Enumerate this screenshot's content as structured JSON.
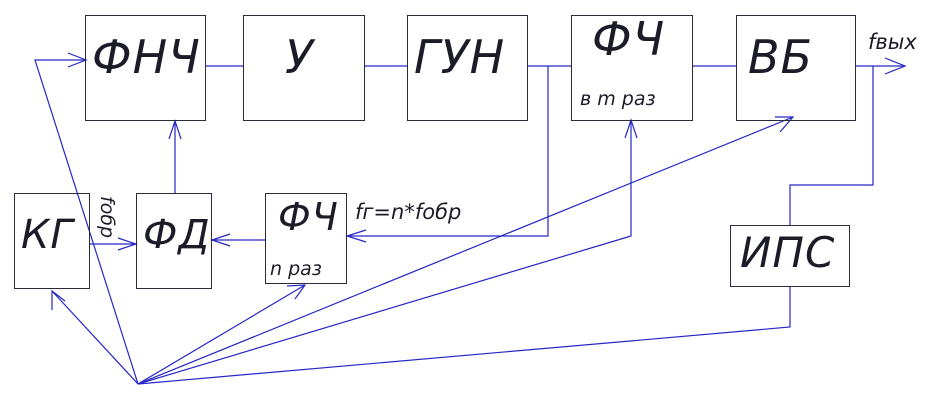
{
  "blocks": {
    "fnch": "ФНЧ",
    "u": "У",
    "gun": "ГУН",
    "fch_m": "ФЧ",
    "fch_m_sub": "в m  раз",
    "vb": "ВБ",
    "kg": "КГ",
    "fd": "ФД",
    "fch_n": "ФЧ",
    "fch_n_sub": "n  раз",
    "ips": "ИПС"
  },
  "signals": {
    "f_out": "fвых",
    "f_ref": "fобр",
    "f_g": "fг=n*fобр"
  },
  "colors": {
    "wire": "#2626c8",
    "box_border": "#2b2b3a",
    "text": "#1c1c28"
  }
}
